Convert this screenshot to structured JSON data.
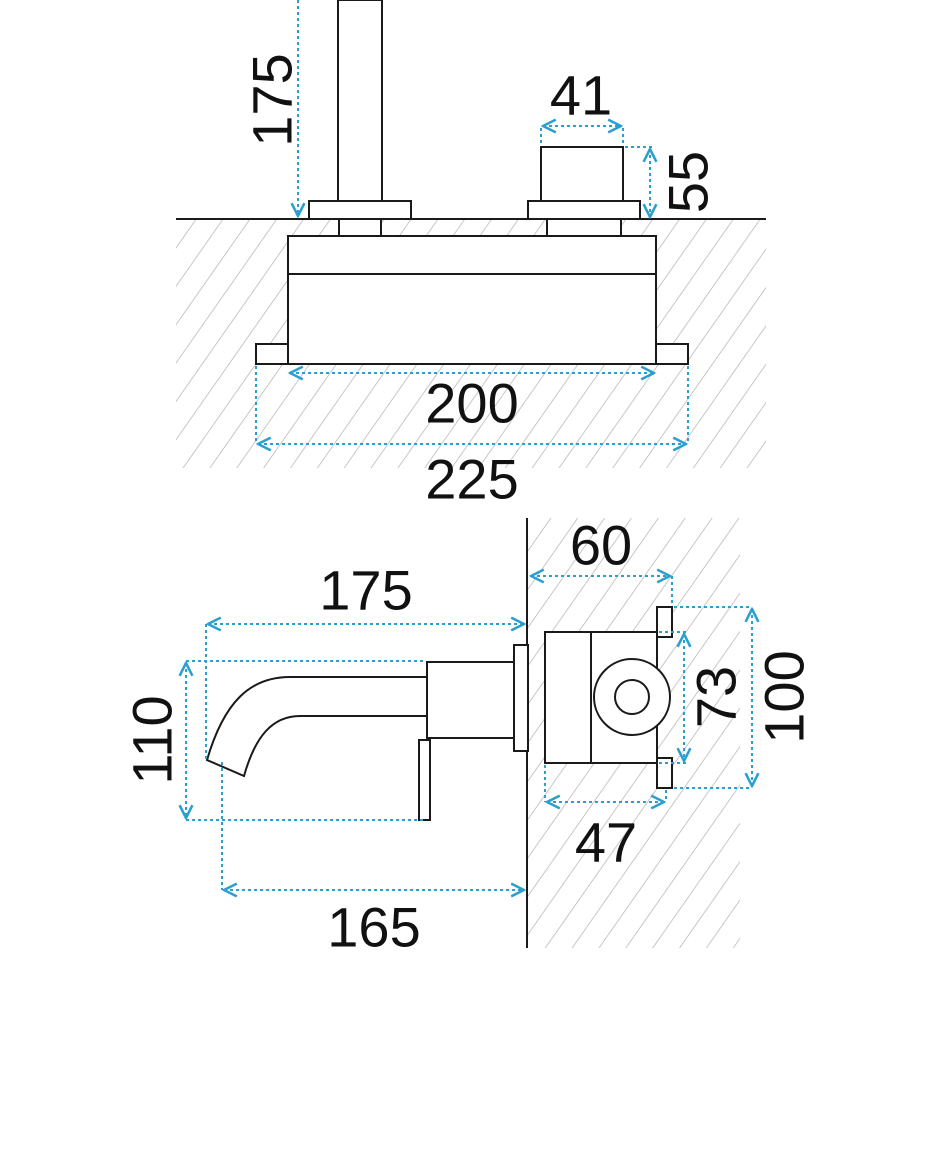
{
  "front_view": {
    "spout_height": "175",
    "handle_width": "41",
    "handle_height": "55",
    "box_width": "200",
    "plate_width": "225"
  },
  "side_view": {
    "spout_length_top": "175",
    "spout_drop": "110",
    "spout_length_bottom": "165",
    "box_depth": "60",
    "box_inner_depth": "47",
    "cartridge_height": "73",
    "plate_height": "100"
  },
  "colors": {
    "dimension_line": "#2a9fd0",
    "outline": "#1a1a1a",
    "hatch": "#b5b5b5"
  }
}
